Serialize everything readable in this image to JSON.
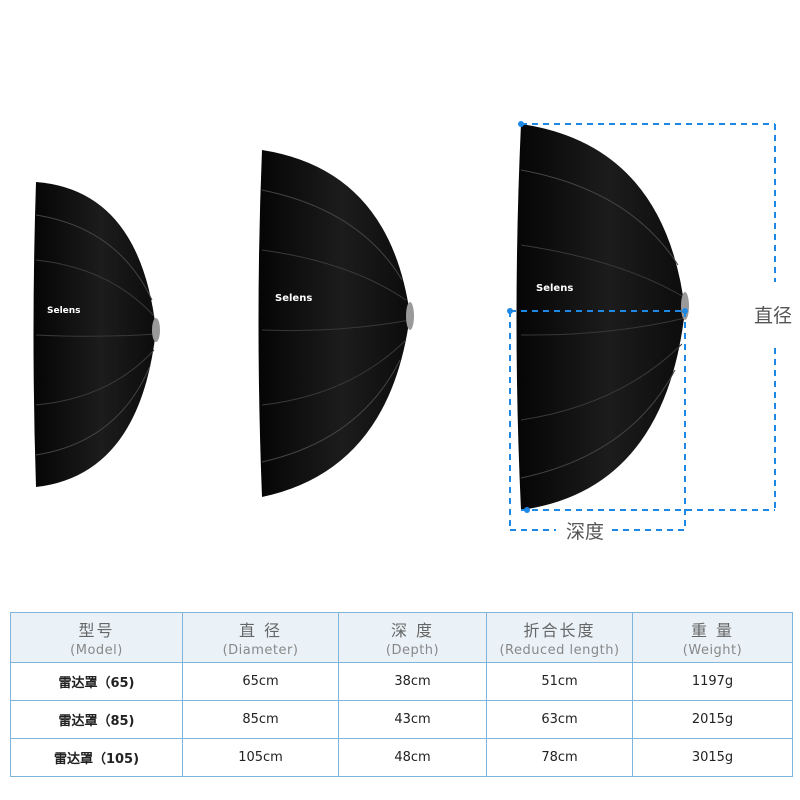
{
  "brand": "Selens",
  "labels": {
    "diameter": "直径",
    "depth": "深度"
  },
  "colors": {
    "guide": "#1e88e5",
    "table_border": "#7fb4db",
    "header_bg": "#eaf2f8"
  },
  "table": {
    "headers": [
      {
        "cn": "型号",
        "en": "(Model)"
      },
      {
        "cn": "直 径",
        "en": "(Diameter)"
      },
      {
        "cn": "深 度",
        "en": "(Depth)"
      },
      {
        "cn": "折合长度",
        "en": "(Reduced length)"
      },
      {
        "cn": "重 量",
        "en": "(Weight)"
      }
    ],
    "rows": [
      {
        "model": "雷达罩（65)",
        "diameter": "65cm",
        "depth": "38cm",
        "reduced": "51cm",
        "weight": "1197g"
      },
      {
        "model": "雷达罩（85)",
        "diameter": "85cm",
        "depth": "43cm",
        "reduced": "63cm",
        "weight": "2015g"
      },
      {
        "model": "雷达罩（105)",
        "diameter": "105cm",
        "depth": "48cm",
        "reduced": "78cm",
        "weight": "3015g"
      }
    ]
  }
}
